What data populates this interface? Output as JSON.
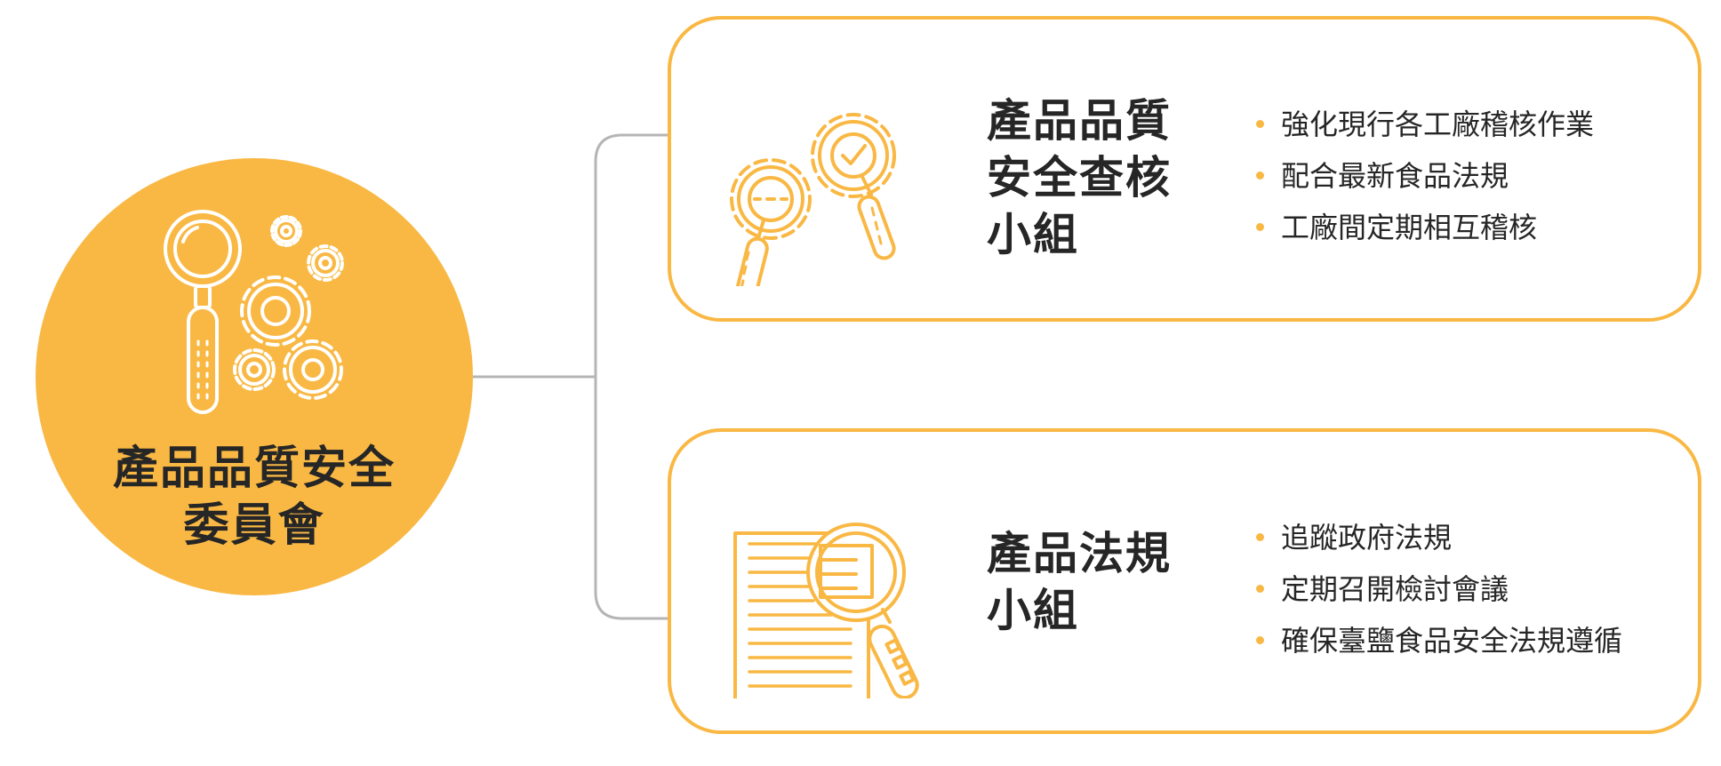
{
  "colors": {
    "accent": "#F9B844",
    "text": "#262626",
    "connector": "#B5B5B5",
    "icon_on_circle": "#FFFFFF"
  },
  "committee": {
    "icon": "magnifier-gears-icon",
    "title_line1": "產品品質安全",
    "title_line2": "委員會"
  },
  "groups": [
    {
      "icon": "gear-magnifier-check-icon",
      "title_lines": [
        "產品品質",
        "安全查核",
        "小組"
      ],
      "items": [
        "強化現行各工廠稽核作業",
        "配合最新食品法規",
        "工廠間定期相互稽核"
      ]
    },
    {
      "icon": "document-magnifier-icon",
      "title_lines": [
        "產品法規",
        "小組"
      ],
      "items": [
        "追蹤政府法規",
        "定期召開檢討會議",
        "確保臺鹽食品安全法規遵循"
      ]
    }
  ]
}
